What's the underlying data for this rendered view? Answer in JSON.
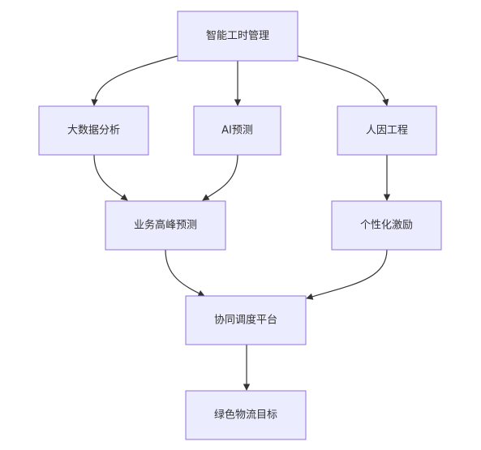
{
  "nodes": {
    "root": {
      "label": "智能工时管理"
    },
    "bigdata": {
      "label": "大数据分析"
    },
    "ai": {
      "label": "AI预测"
    },
    "ergonomics": {
      "label": "人因工程"
    },
    "peak": {
      "label": "业务高峰预测"
    },
    "incentive": {
      "label": "个性化激励"
    },
    "platform": {
      "label": "协同调度平台"
    },
    "goal": {
      "label": "绿色物流目标"
    }
  },
  "edges": [
    {
      "from": "root",
      "to": "bigdata"
    },
    {
      "from": "root",
      "to": "ai"
    },
    {
      "from": "root",
      "to": "ergonomics"
    },
    {
      "from": "bigdata",
      "to": "peak"
    },
    {
      "from": "ai",
      "to": "peak"
    },
    {
      "from": "ergonomics",
      "to": "incentive"
    },
    {
      "from": "peak",
      "to": "platform"
    },
    {
      "from": "incentive",
      "to": "platform"
    },
    {
      "from": "platform",
      "to": "goal"
    }
  ],
  "colors": {
    "node_fill": "#ECECFF",
    "node_stroke": "#9370DB",
    "edge": "#333333",
    "text": "#333333"
  }
}
